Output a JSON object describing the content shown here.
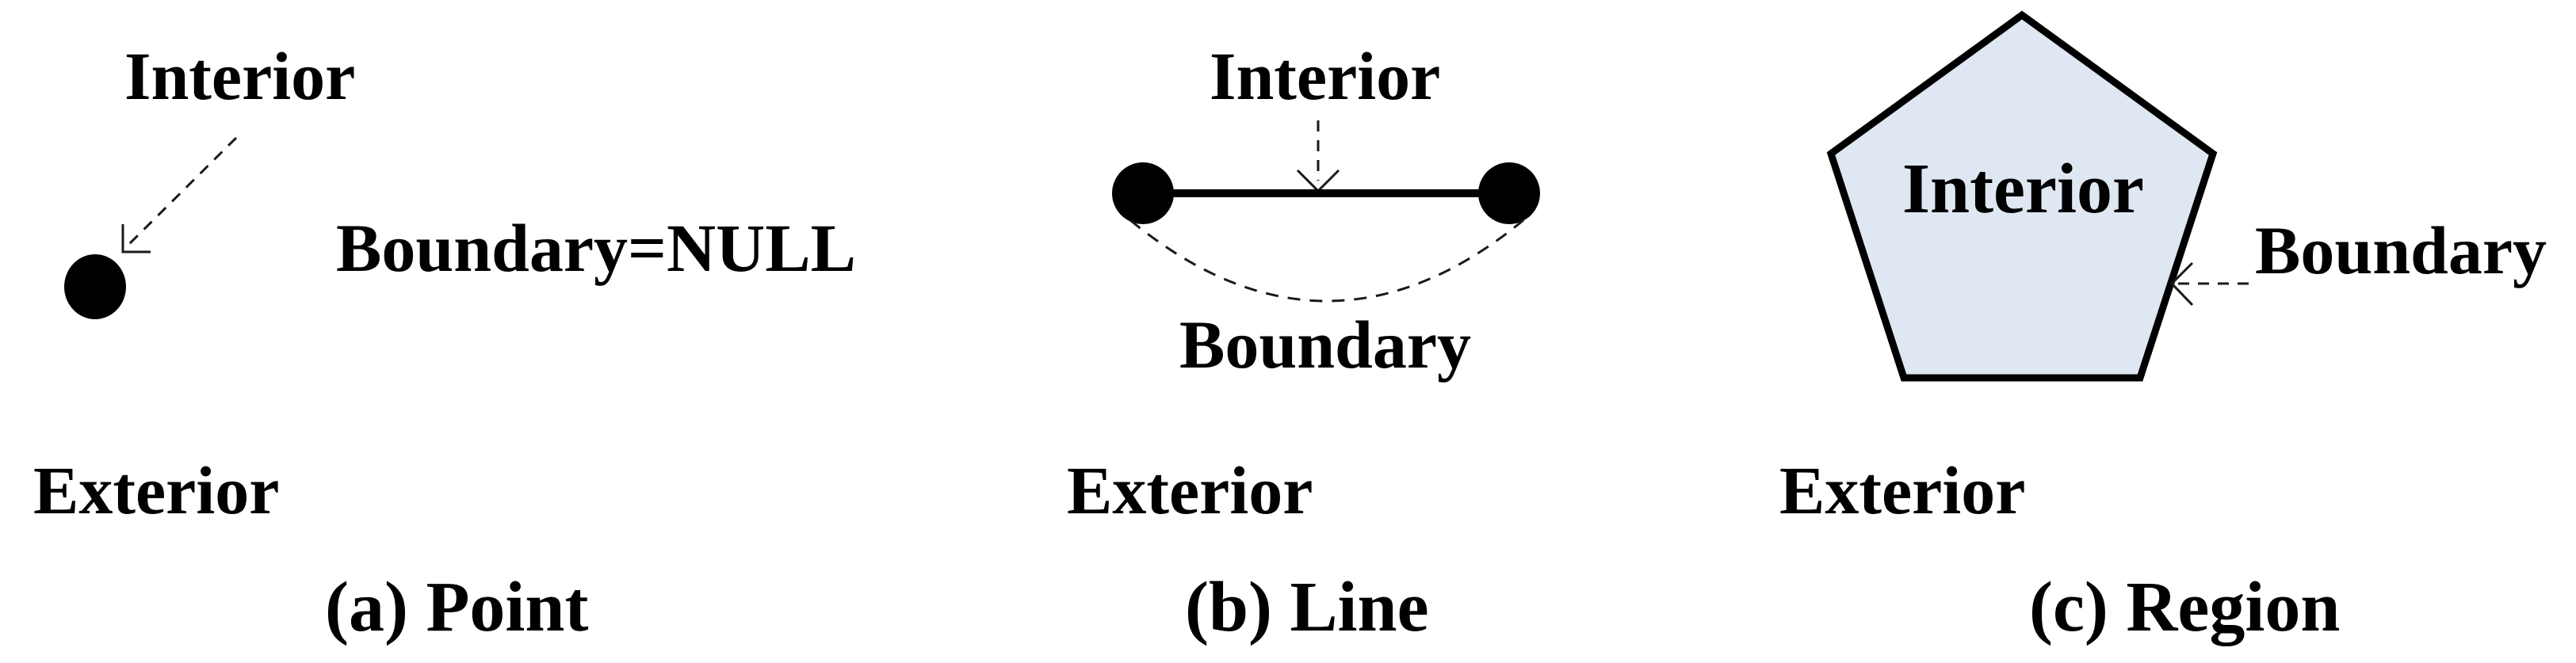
{
  "figure": {
    "background": "#ffffff",
    "text_color": "#000000",
    "shape_color": "#000000",
    "pentagon_fill": "#dfe7f3",
    "dash_color": "#1a1a1a",
    "panels": [
      {
        "id": "point",
        "caption": "(a) Point",
        "interior_label": "Interior",
        "boundary_label": "Boundary=NULL",
        "exterior_label": "Exterior"
      },
      {
        "id": "line",
        "caption": "(b) Line",
        "interior_label": "Interior",
        "boundary_label": "Boundary",
        "exterior_label": "Exterior"
      },
      {
        "id": "region",
        "caption": "(c) Region",
        "interior_label": "Interior",
        "boundary_label": "Boundary",
        "exterior_label": "Exterior"
      }
    ]
  }
}
